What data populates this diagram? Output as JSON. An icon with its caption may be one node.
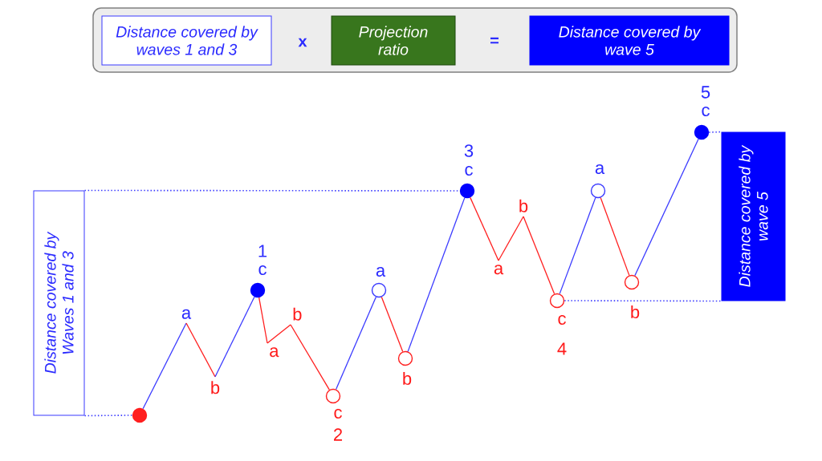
{
  "diagram": {
    "nodes": [
      {
        "text": [
          "x",
          "="
        ]
      },
      {
        "text": [
          "Distance covered by waves 1 and 3"
        ],
        "in": 0
      },
      {
        "text": [
          "Projection ratio"
        ],
        "in": 0
      },
      {
        "text": [
          "Distance covered by wave 5"
        ],
        "in": 0
      },
      {
        "text": [
          "Distance covered by Waves 1 and 3"
        ]
      },
      {
        "text": [
          "Distance covered by wave 5"
        ]
      },
      {
        "text": [],
        "shape": "circle"
      },
      {
        "text": [
          "a"
        ]
      },
      {
        "text": [
          "b"
        ]
      },
      {
        "text": [],
        "shape": "circle",
        "beside": [
          "1",
          "c"
        ]
      },
      {
        "text": [
          "a"
        ]
      },
      {
        "text": [
          "b"
        ]
      },
      {
        "text": [],
        "shape": "circle",
        "beside": [
          "c",
          "2"
        ]
      },
      {
        "text": [],
        "shape": "circle",
        "beside": [
          "a"
        ]
      },
      {
        "text": [],
        "shape": "circle",
        "beside": [
          "b"
        ]
      },
      {
        "text": [],
        "shape": "circle",
        "beside": [
          "3",
          "c"
        ]
      },
      {
        "text": [
          "a"
        ]
      },
      {
        "text": [
          "b"
        ]
      },
      {
        "text": [],
        "shape": "circle",
        "beside": [
          "c",
          "4"
        ]
      },
      {
        "text": [],
        "shape": "circle",
        "beside": [
          "a"
        ]
      },
      {
        "text": [],
        "shape": "circle",
        "beside": [
          "b"
        ]
      },
      {
        "text": [],
        "shape": "circle",
        "beside": [
          "5",
          "c"
        ]
      }
    ],
    "edges": [
      {
        "from": 6,
        "to": 7,
        "arrow": "none"
      },
      {
        "from": 7,
        "to": 8,
        "arrow": "none",
        "color": "#ff1f1f"
      },
      {
        "from": 8,
        "to": 9,
        "arrow": "none"
      },
      {
        "from": 9,
        "to": 10,
        "arrow": "none",
        "color": "#ff1f1f"
      },
      {
        "from": 10,
        "to": 11,
        "arrow": "none",
        "color": "#ff1f1f"
      },
      {
        "from": 11,
        "to": 12,
        "arrow": "none",
        "color": "#ff1f1f"
      },
      {
        "from": 12,
        "to": 13,
        "arrow": "none"
      },
      {
        "from": 13,
        "to": 14,
        "arrow": "none",
        "color": "#ff1f1f"
      },
      {
        "from": 14,
        "to": 15,
        "arrow": "none"
      },
      {
        "from": 15,
        "to": 16,
        "arrow": "none",
        "color": "#ff1f1f"
      },
      {
        "from": 16,
        "to": 17,
        "arrow": "none",
        "color": "#ff1f1f"
      },
      {
        "from": 17,
        "to": 18,
        "arrow": "none",
        "color": "#ff1f1f"
      },
      {
        "from": 18,
        "to": 19,
        "arrow": "none"
      },
      {
        "from": 19,
        "to": 20,
        "arrow": "none",
        "color": "#ff1f1f"
      },
      {
        "from": 20,
        "to": 21,
        "arrow": "none"
      },
      {
        "from": 4,
        "to": 15,
        "arrow": "none",
        "style": "dashed"
      },
      {
        "from": 4,
        "to": 6,
        "arrow": "none",
        "style": "dashed"
      },
      {
        "from": 21,
        "to": 5,
        "arrow": "none",
        "style": "dashed"
      },
      {
        "from": 18,
        "to": 5,
        "arrow": "none",
        "style": "dashed"
      }
    ]
  }
}
